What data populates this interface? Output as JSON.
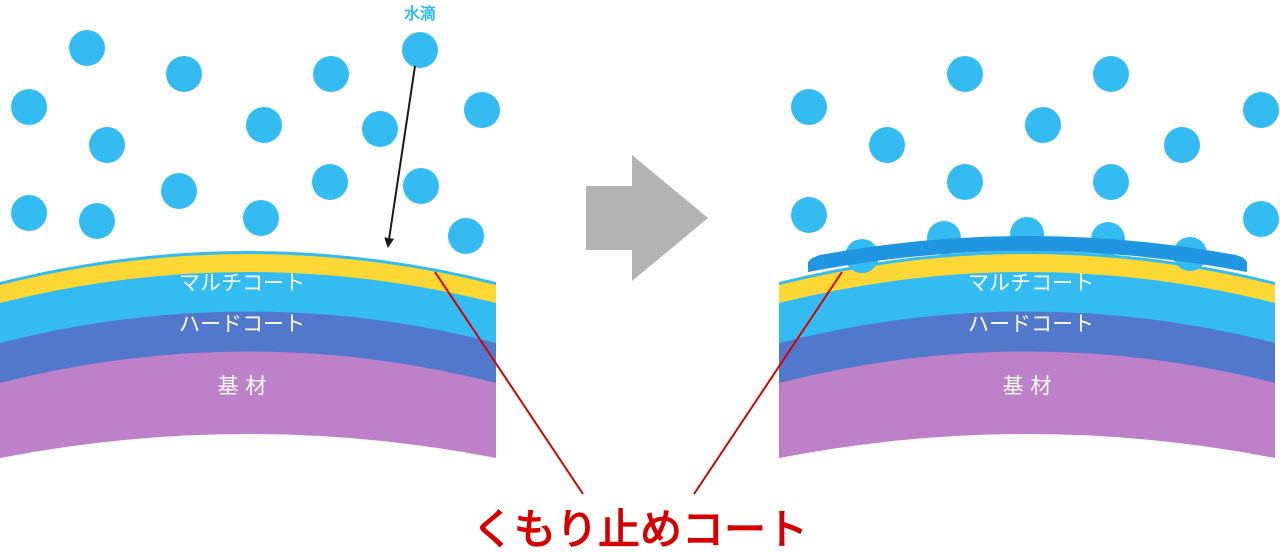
{
  "colors": {
    "water": "#33bbf2",
    "coat_film": "#2196e0",
    "multi_coat": "#33bbf2",
    "yellow_coat": "#fdd835",
    "hard_coat": "#5278cc",
    "substrate": "#be80c9",
    "arrow": "#b3b3b3",
    "leader": "#d40000",
    "pointer": "#1a1a1a"
  },
  "left": {
    "water_label": "水滴",
    "layers": {
      "multi_coat": "マルチコート",
      "hard_coat": "ハードコート",
      "substrate": "基 材"
    }
  },
  "right": {
    "layers": {
      "multi_coat": "マルチコート",
      "hard_coat": "ハードコート",
      "substrate": "基 材"
    }
  },
  "caption": "くもり止めコート"
}
